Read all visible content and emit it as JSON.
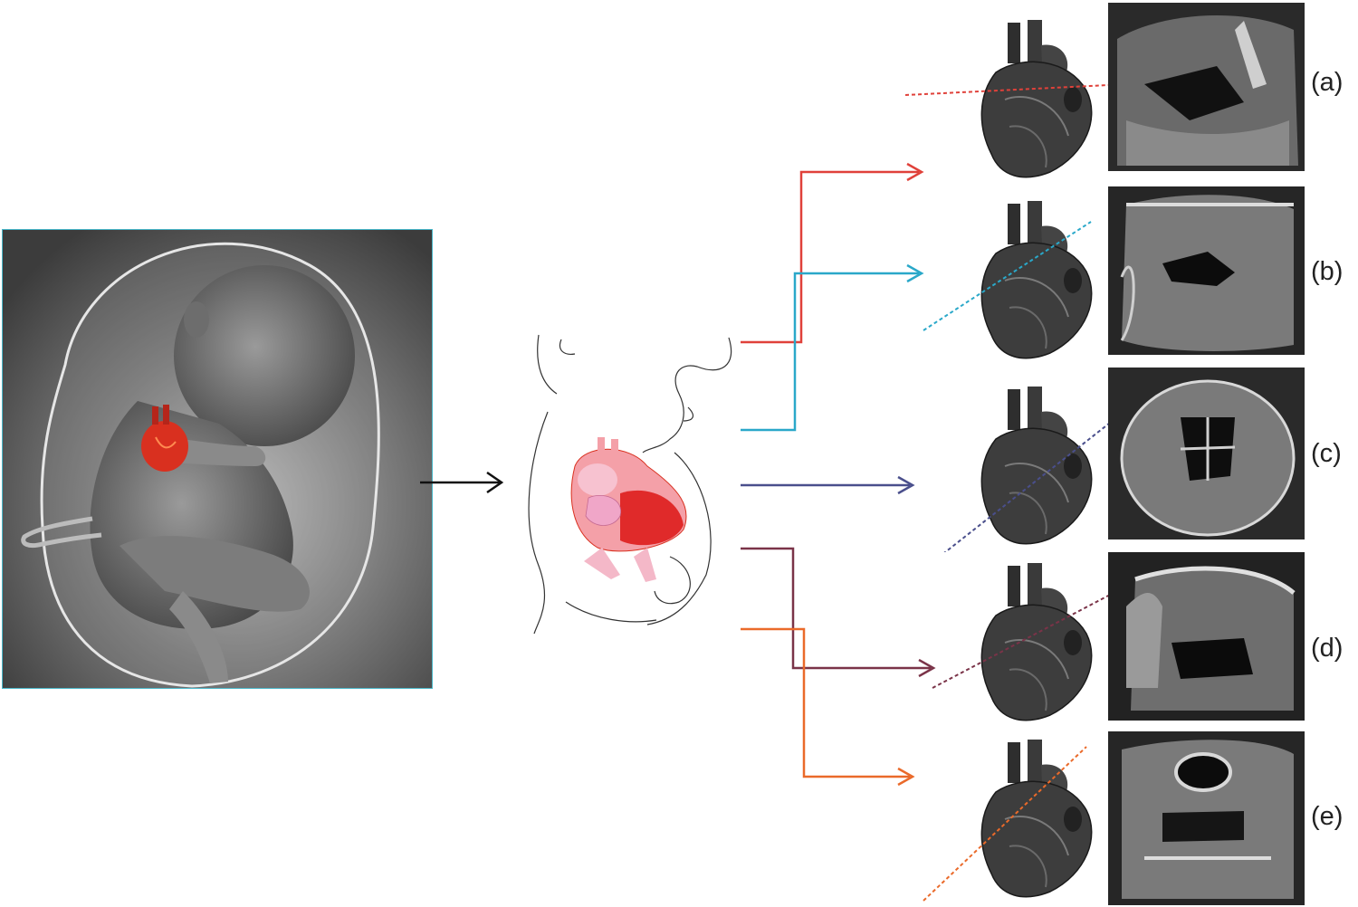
{
  "panels": [
    {
      "label": "(a)",
      "color": "#e0413a"
    },
    {
      "label": "(b)",
      "color": "#2aa8c9"
    },
    {
      "label": "(c)",
      "color": "#4a4f8c"
    },
    {
      "label": "(d)",
      "color": "#7a3348"
    },
    {
      "label": "(e)",
      "color": "#ea6a2a"
    }
  ],
  "colors": {
    "main_arrow": "#111111",
    "fetus_frame": "#4ab7c9",
    "heart_red": "#d9301f"
  }
}
